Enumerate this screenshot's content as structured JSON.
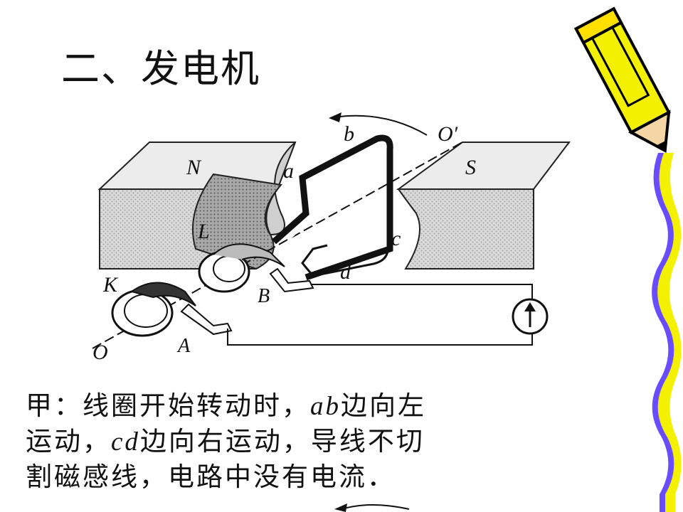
{
  "slide": {
    "title": "二、发电机"
  },
  "diagram": {
    "labels": {
      "N": "N",
      "S": "S",
      "a": "a",
      "b": "b",
      "c": "c",
      "d": "d",
      "O_prime": "O′",
      "O": "O",
      "L": "L",
      "K": "K",
      "A": "A",
      "B": "B"
    }
  },
  "caption": {
    "line1_pre": "甲：线圈开始转动时，",
    "line1_ab": "ab",
    "line1_post": "边向左",
    "line2_pre": "运动，",
    "line2_cd": "cd",
    "line2_post": "边向右运动，导线不切",
    "line3": "割磁感线，电路中没有电流．"
  },
  "colors": {
    "pencil_yellow": "#f3f000",
    "pencil_outline": "#000000",
    "wave_purple": "#6a4cff",
    "magnet_gray": "#d4d4d4"
  },
  "icons": [
    "pencil-icon",
    "galvanometer-icon"
  ]
}
